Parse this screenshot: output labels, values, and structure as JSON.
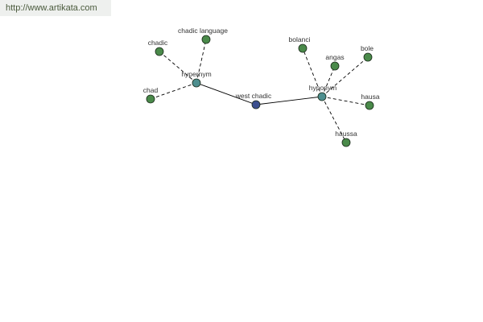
{
  "watermark": {
    "text": "http://www.artikata.com"
  },
  "colors": {
    "background": "#ffffff",
    "watermark_bg": "#eef0ee",
    "watermark_text": "#4a5a3c",
    "center_node": "#3b4f8e",
    "relation_node": "#4e8f8f",
    "leaf_node": "#4a8a4a",
    "edge": "#000000",
    "label": "#333333"
  },
  "graph": {
    "center": {
      "id": "west-chadic",
      "label": "west chadic"
    },
    "relations": [
      {
        "id": "hypernym",
        "label": "hypernym",
        "terms": [
          "chadic",
          "chadic language",
          "chad"
        ]
      },
      {
        "id": "hyponym",
        "label": "hyponym",
        "terms": [
          "bolanci",
          "angas",
          "bole",
          "hausa",
          "haussa"
        ]
      }
    ]
  }
}
